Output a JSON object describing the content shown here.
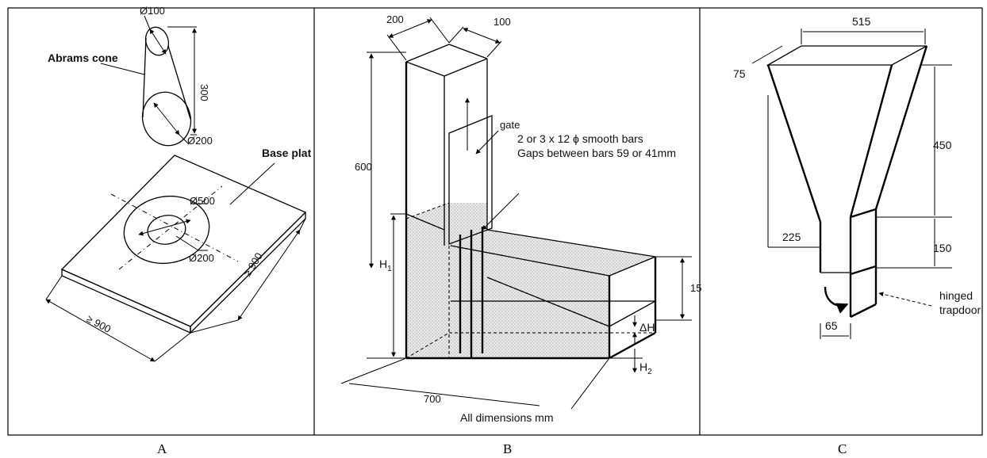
{
  "panel_a": {
    "caption": "A",
    "cone_label": "Abrams cone",
    "base_label": "Base plat",
    "dims": {
      "top_dia": "Ø100",
      "height": "300",
      "bottom_dia": "Ø200",
      "outer_circle": "Ø500",
      "inner_circle": "Ø200",
      "side_right": "≥ 900",
      "side_left": "≥ 900"
    }
  },
  "panel_b": {
    "caption": "B",
    "gate_label": "gate",
    "bars_line1": "2 or 3 x 12 ϕ smooth bars",
    "bars_line2": "Gaps between bars 59 or 41mm",
    "units_note": "All dimensions mm",
    "dims": {
      "width": "200",
      "depth": "100",
      "height": "600",
      "length": "700",
      "end_height": "15",
      "h1": "H",
      "h1_sub": "1",
      "h2": "H",
      "h2_sub": "2",
      "delta_h": "ΔH"
    }
  },
  "panel_c": {
    "caption": "C",
    "trapdoor_line1": "hinged",
    "trapdoor_line2": "trapdoor",
    "dims": {
      "top_width": "515",
      "top_depth": "75",
      "funnel_height": "450",
      "total_height": "225",
      "outlet_height": "150",
      "outlet_width": "65"
    }
  }
}
